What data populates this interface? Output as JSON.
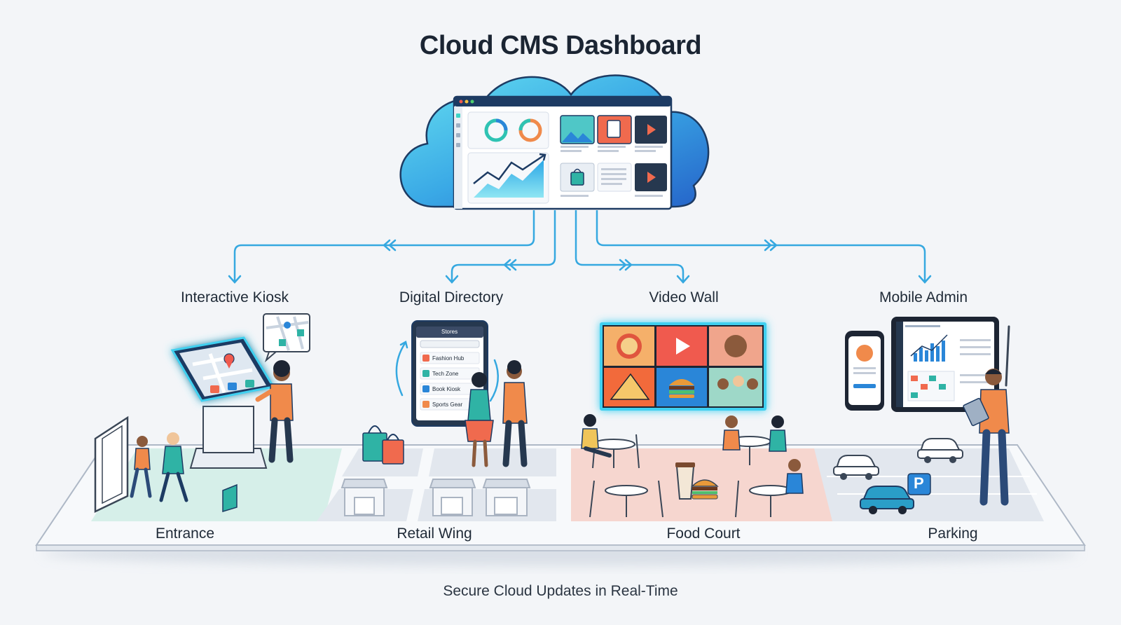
{
  "title": "Cloud CMS Dashboard",
  "devices": {
    "kiosk": "Interactive Kiosk",
    "directory": "Digital Directory",
    "videowall": "Video Wall",
    "mobile": "Mobile Admin"
  },
  "zones": {
    "entrance": "Entrance",
    "retail": "Retail Wing",
    "food": "Food Court",
    "parking": "Parking"
  },
  "directory_screen": {
    "header": "Stores",
    "items": [
      "Fashion Hub",
      "Tech Zone",
      "Book Kiosk",
      "Sports Gear"
    ]
  },
  "parking_sign": "P",
  "footer": "Secure Cloud Updates in Real-Time",
  "colors": {
    "cloud": "#2f9ee0",
    "cloud_light": "#5fd4ee",
    "connector": "#35a8e0",
    "food_zone": "#f6d6cf",
    "entrance_zone": "#d6efe9",
    "accent_orange": "#f08a4b",
    "glow": "#3fd0f0"
  }
}
